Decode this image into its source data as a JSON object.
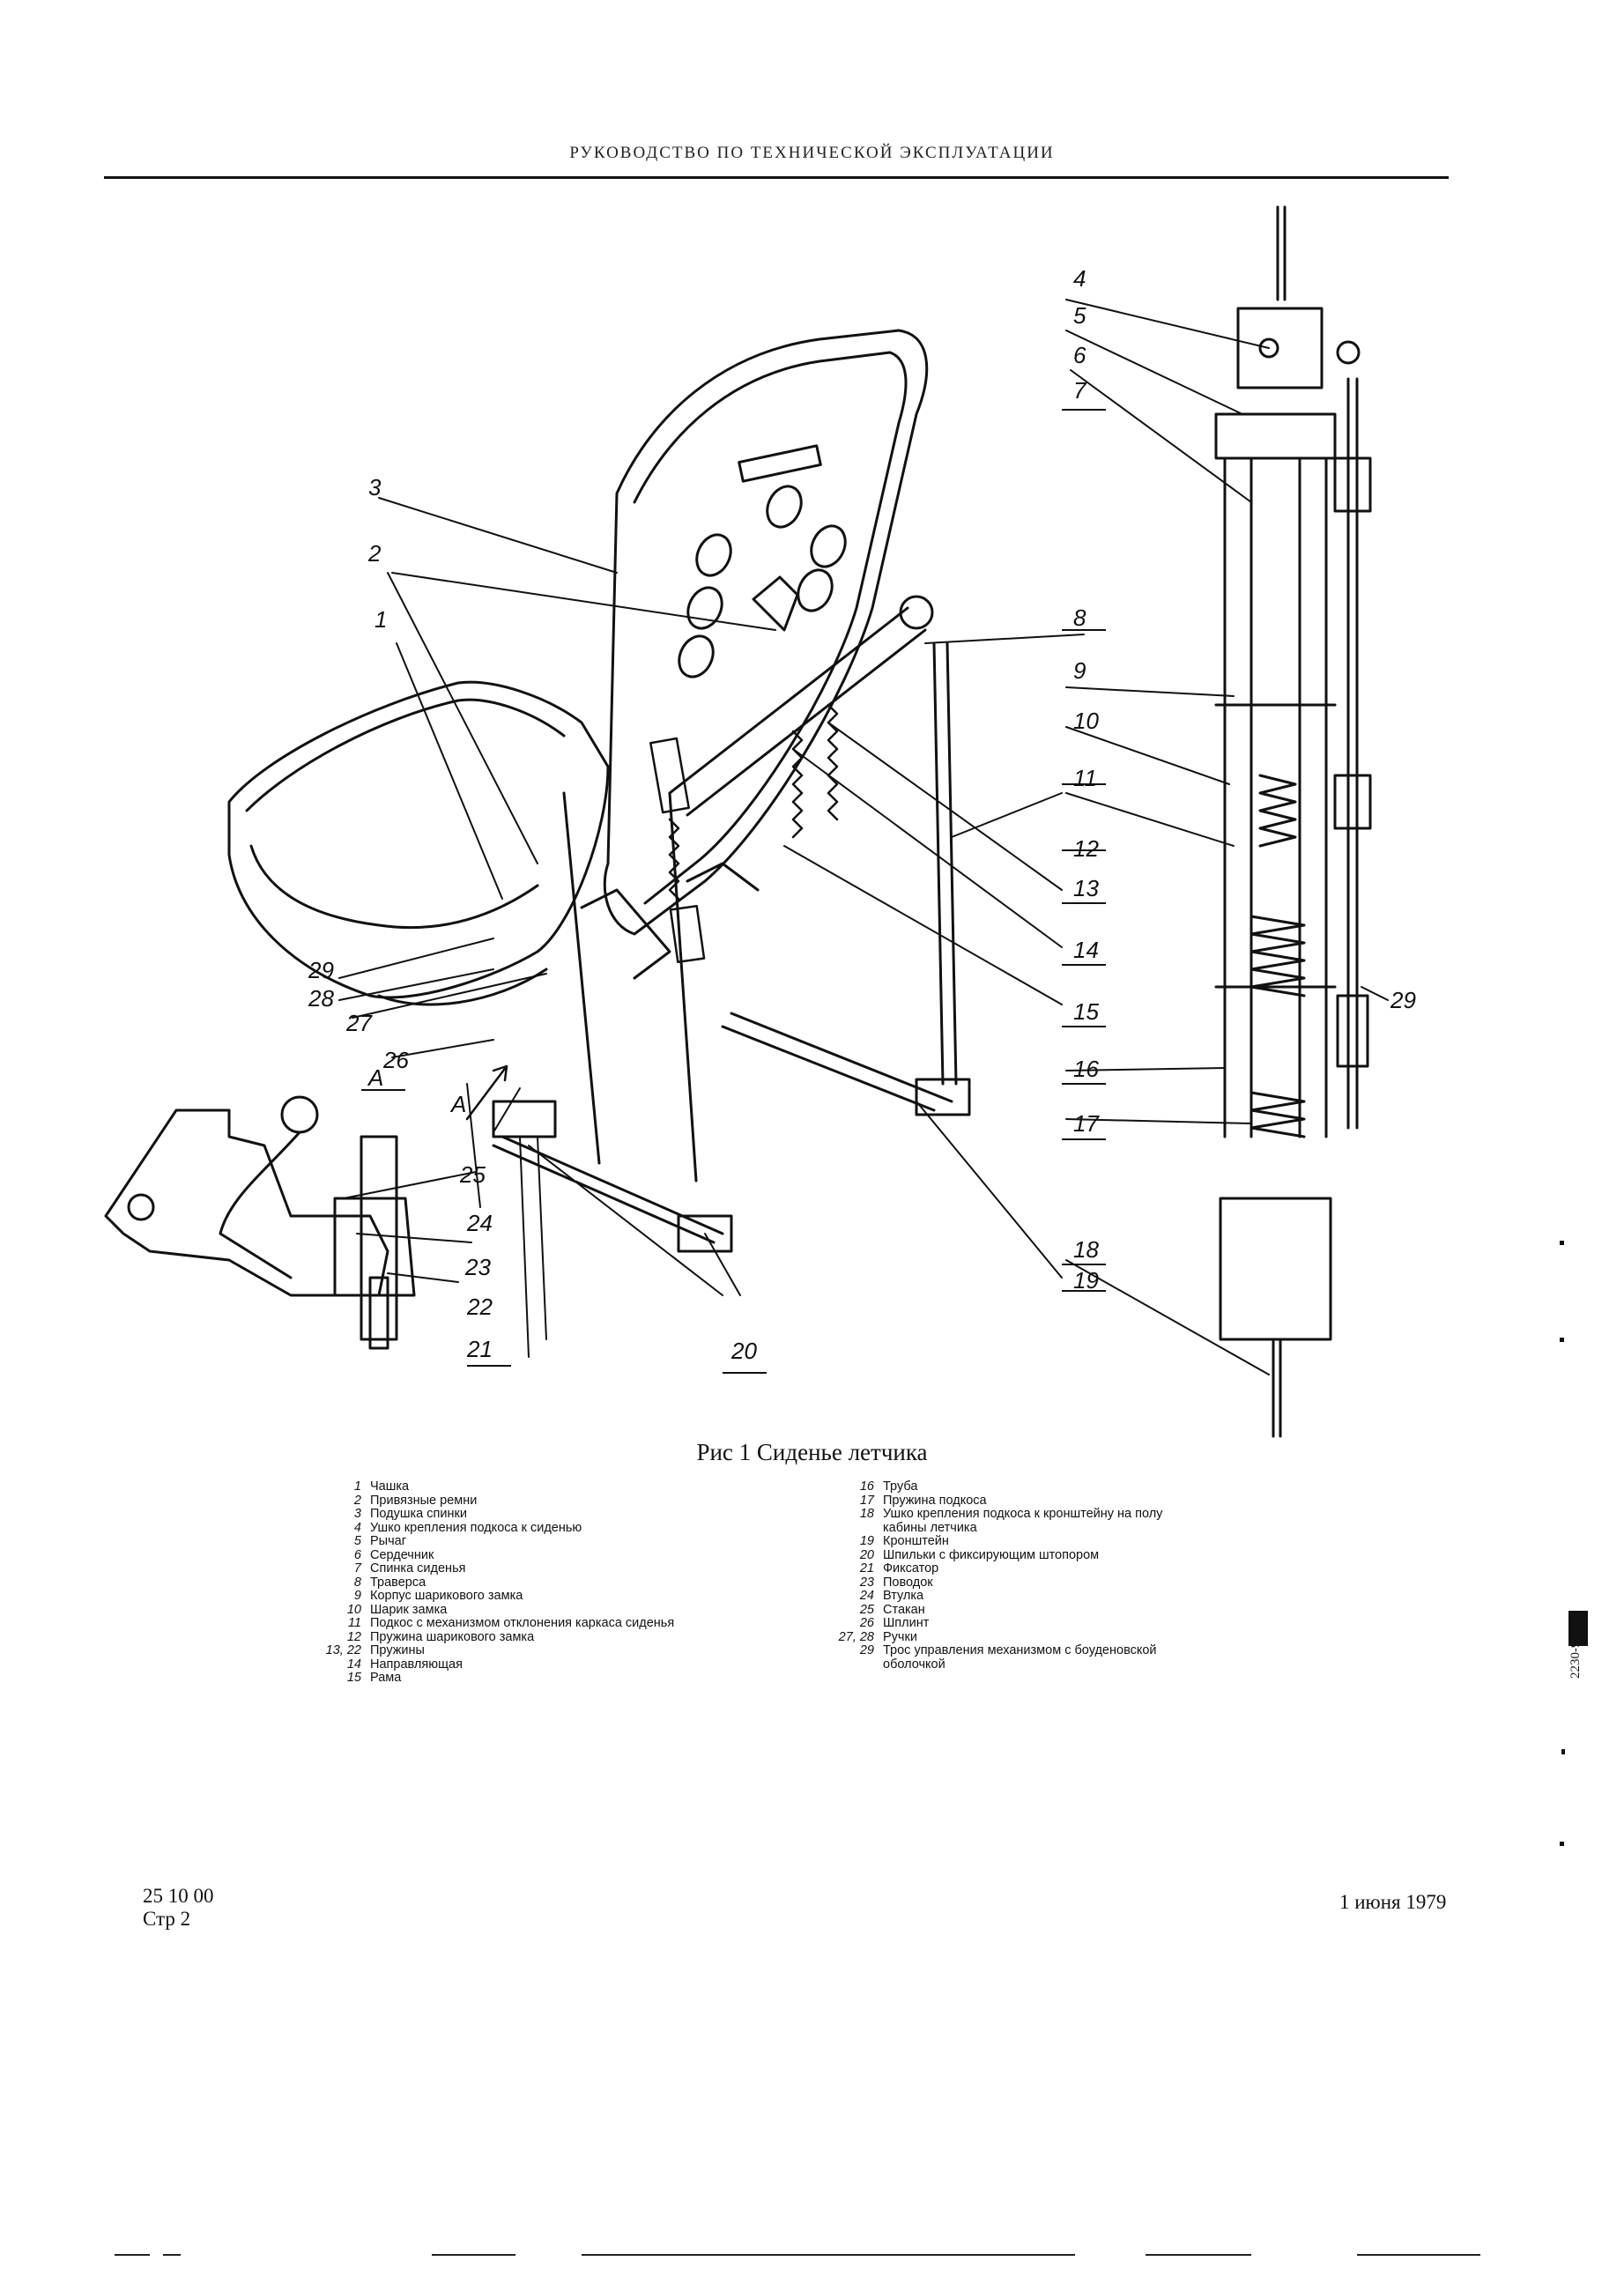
{
  "header": {
    "title": "РУКОВОДСТВО ПО ТЕХНИЧЕСКОЙ ЭКСПЛУАТАЦИИ"
  },
  "figure": {
    "callout_A": "A",
    "labels": {
      "l1": "1",
      "l2": "2",
      "l3": "3",
      "l4": "4",
      "l5": "5",
      "l6": "6",
      "l7": "7",
      "l8": "8",
      "l9": "9",
      "l10": "10",
      "l11": "11",
      "l12": "12",
      "l13": "13",
      "l14": "14",
      "l15": "15",
      "l16": "16",
      "l17": "17",
      "l18": "18",
      "l19": "19",
      "l20": "20",
      "l21": "21",
      "l22": "22",
      "l23": "23",
      "l24": "24",
      "l25": "25",
      "l26": "26",
      "l27": "27",
      "l28": "28",
      "l29a": "29",
      "l29b": "29"
    },
    "caption": "Рис 1 Сиденье летчика"
  },
  "legend": {
    "left": [
      {
        "num": "1",
        "text": "Чашка"
      },
      {
        "num": "2",
        "text": "Привязные ремни"
      },
      {
        "num": "3",
        "text": "Подушка спинки"
      },
      {
        "num": "4",
        "text": "Ушко крепления подкоса к сиденью"
      },
      {
        "num": "5",
        "text": "Рычаг"
      },
      {
        "num": "6",
        "text": "Сердечник"
      },
      {
        "num": "7",
        "text": "Спинка сиденья"
      },
      {
        "num": "8",
        "text": "Траверса"
      },
      {
        "num": "9",
        "text": "Корпус шарикового замка"
      },
      {
        "num": "10",
        "text": "Шарик замка"
      },
      {
        "num": "11",
        "text": "Подкос с механизмом отклонения каркаса сиденья"
      },
      {
        "num": "12",
        "text": "Пружина шарикового замка"
      },
      {
        "num": "13, 22",
        "text": "Пружины"
      },
      {
        "num": "14",
        "text": "Направляющая"
      },
      {
        "num": "15",
        "text": "Рама"
      }
    ],
    "right": [
      {
        "num": "16",
        "text": "Труба"
      },
      {
        "num": "17",
        "text": "Пружина подкоса"
      },
      {
        "num": "18",
        "text": "Ушко крепления подкоса к кронштейну на полу"
      },
      {
        "num": "",
        "text": "кабины летчика"
      },
      {
        "num": "19",
        "text": "Кронштейн"
      },
      {
        "num": "20",
        "text": "Шпильки с фиксирующим штопором"
      },
      {
        "num": "21",
        "text": "Фиксатор"
      },
      {
        "num": "23",
        "text": "Поводок"
      },
      {
        "num": "24",
        "text": "Втулка"
      },
      {
        "num": "25",
        "text": "Стакан"
      },
      {
        "num": "26",
        "text": "Шплинт"
      },
      {
        "num": "27, 28",
        "text": "Ручки"
      },
      {
        "num": "29",
        "text": "Трос управления механизмом с боуденовской"
      },
      {
        "num": "",
        "text": "оболочкой"
      }
    ]
  },
  "footer": {
    "code": "25 10 00",
    "page": "Стр 2",
    "date": "1 июня 1979",
    "side_code": "2230-9"
  }
}
